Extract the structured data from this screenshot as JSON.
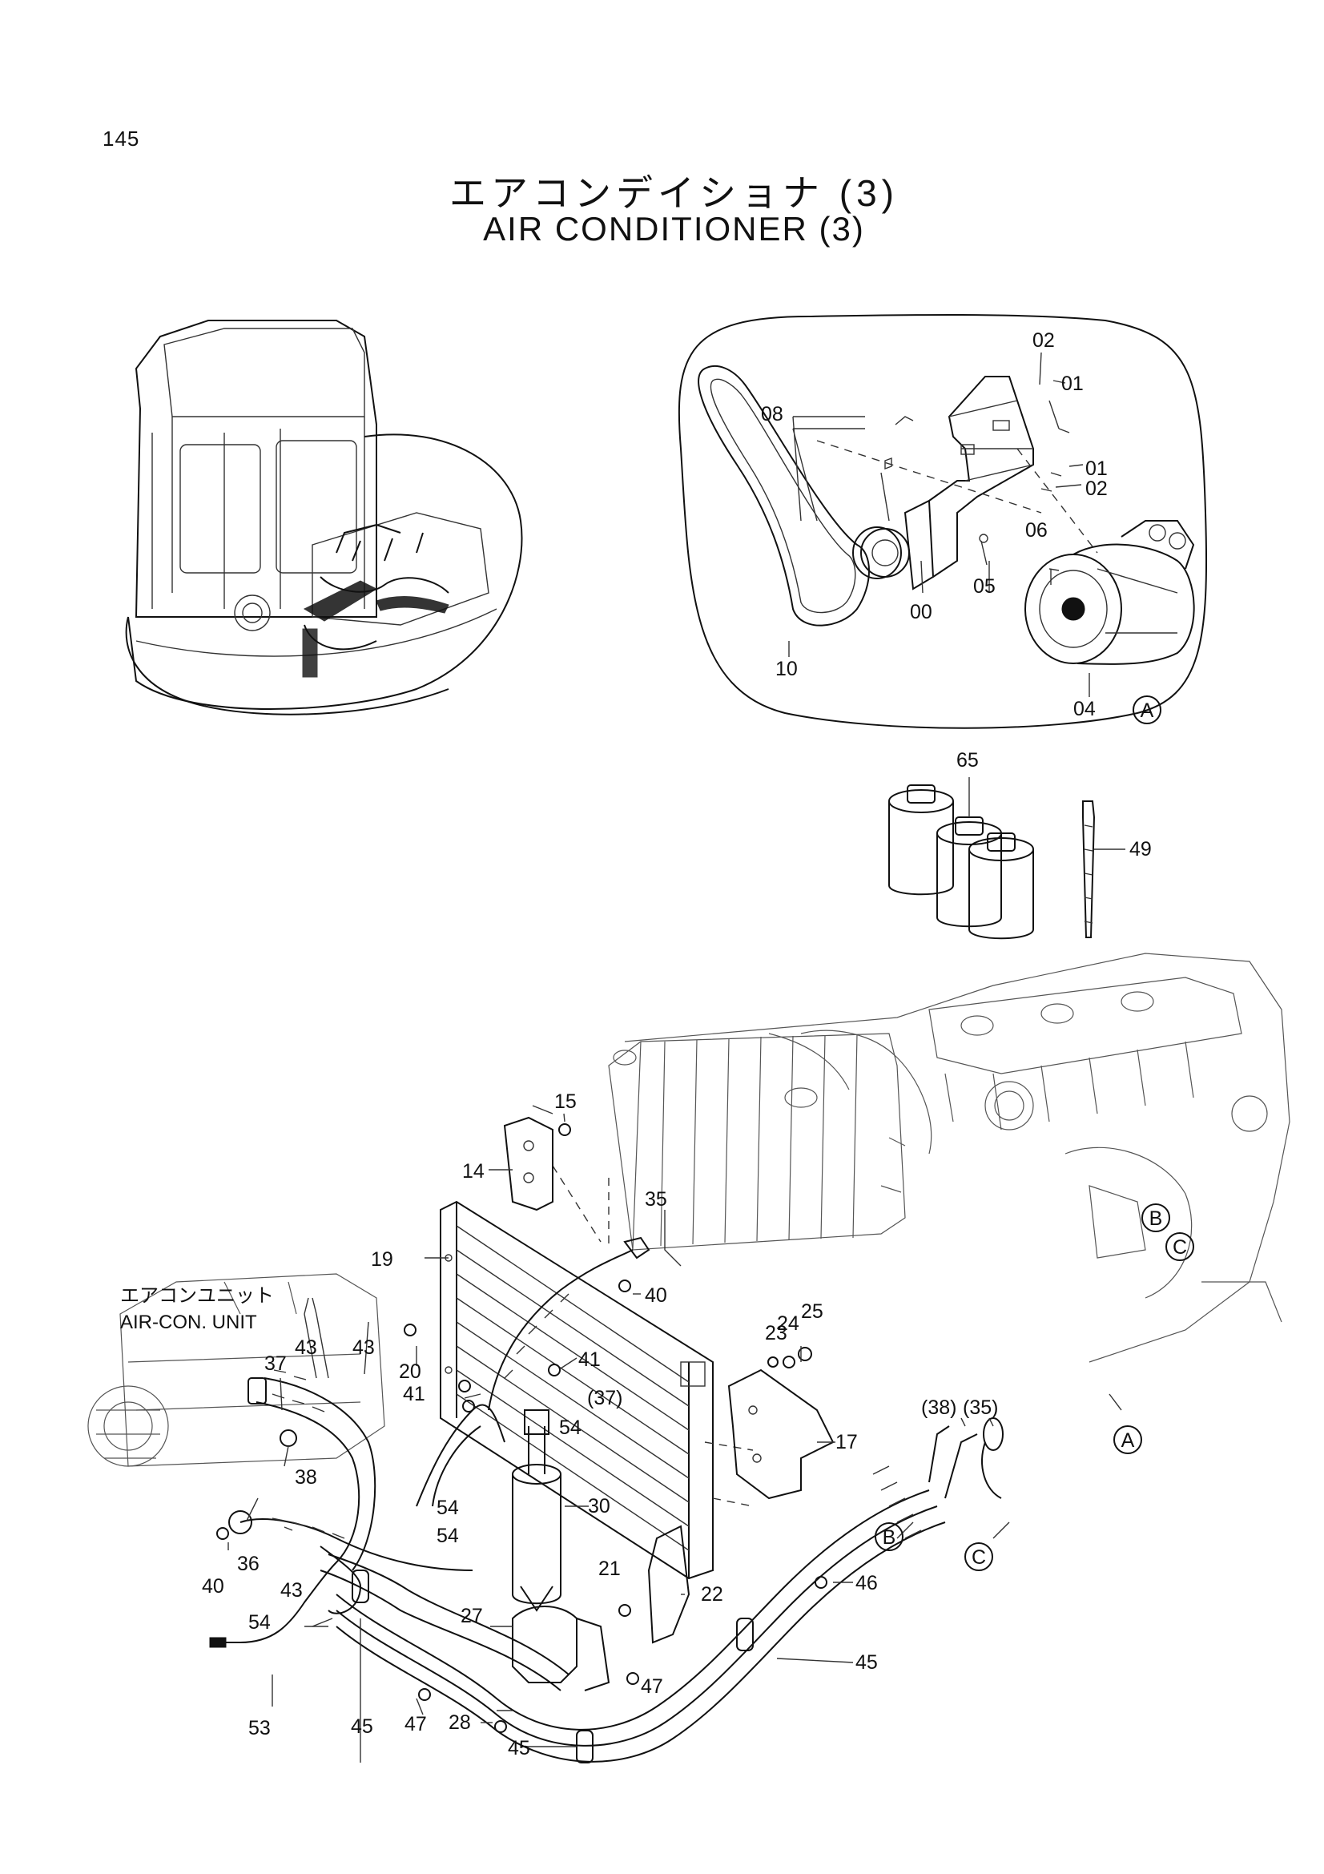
{
  "page": {
    "number": "145"
  },
  "title": {
    "japanese": "エアコンデイショナ (3)",
    "english": "AIR CONDITIONER (3)"
  },
  "labels": {
    "air_con_unit_jp": "エアコンユニット",
    "air_con_unit_en": "AIR-CON. UNIT"
  },
  "reference_markers": {
    "a": "A",
    "b": "B",
    "c": "C"
  },
  "part_numbers": {
    "p00": "00",
    "p01": "01",
    "p02": "02",
    "p04": "04",
    "p05": "05",
    "p06": "06",
    "p08": "08",
    "p10": "10",
    "p14": "14",
    "p15": "15",
    "p17": "17",
    "p19": "19",
    "p20": "20",
    "p21": "21",
    "p22": "22",
    "p23": "23",
    "p24": "24",
    "p25": "25",
    "p27": "27",
    "p28": "28",
    "p30": "30",
    "p35": "35",
    "p35_ref": "(35)",
    "p36": "36",
    "p37": "37",
    "p37_ref": "(37)",
    "p38": "38",
    "p38_ref": "(38)",
    "p40": "40",
    "p41": "41",
    "p43": "43",
    "p45": "45",
    "p46": "46",
    "p47": "47",
    "p49": "49",
    "p53": "53",
    "p54": "54",
    "p65": "65"
  }
}
